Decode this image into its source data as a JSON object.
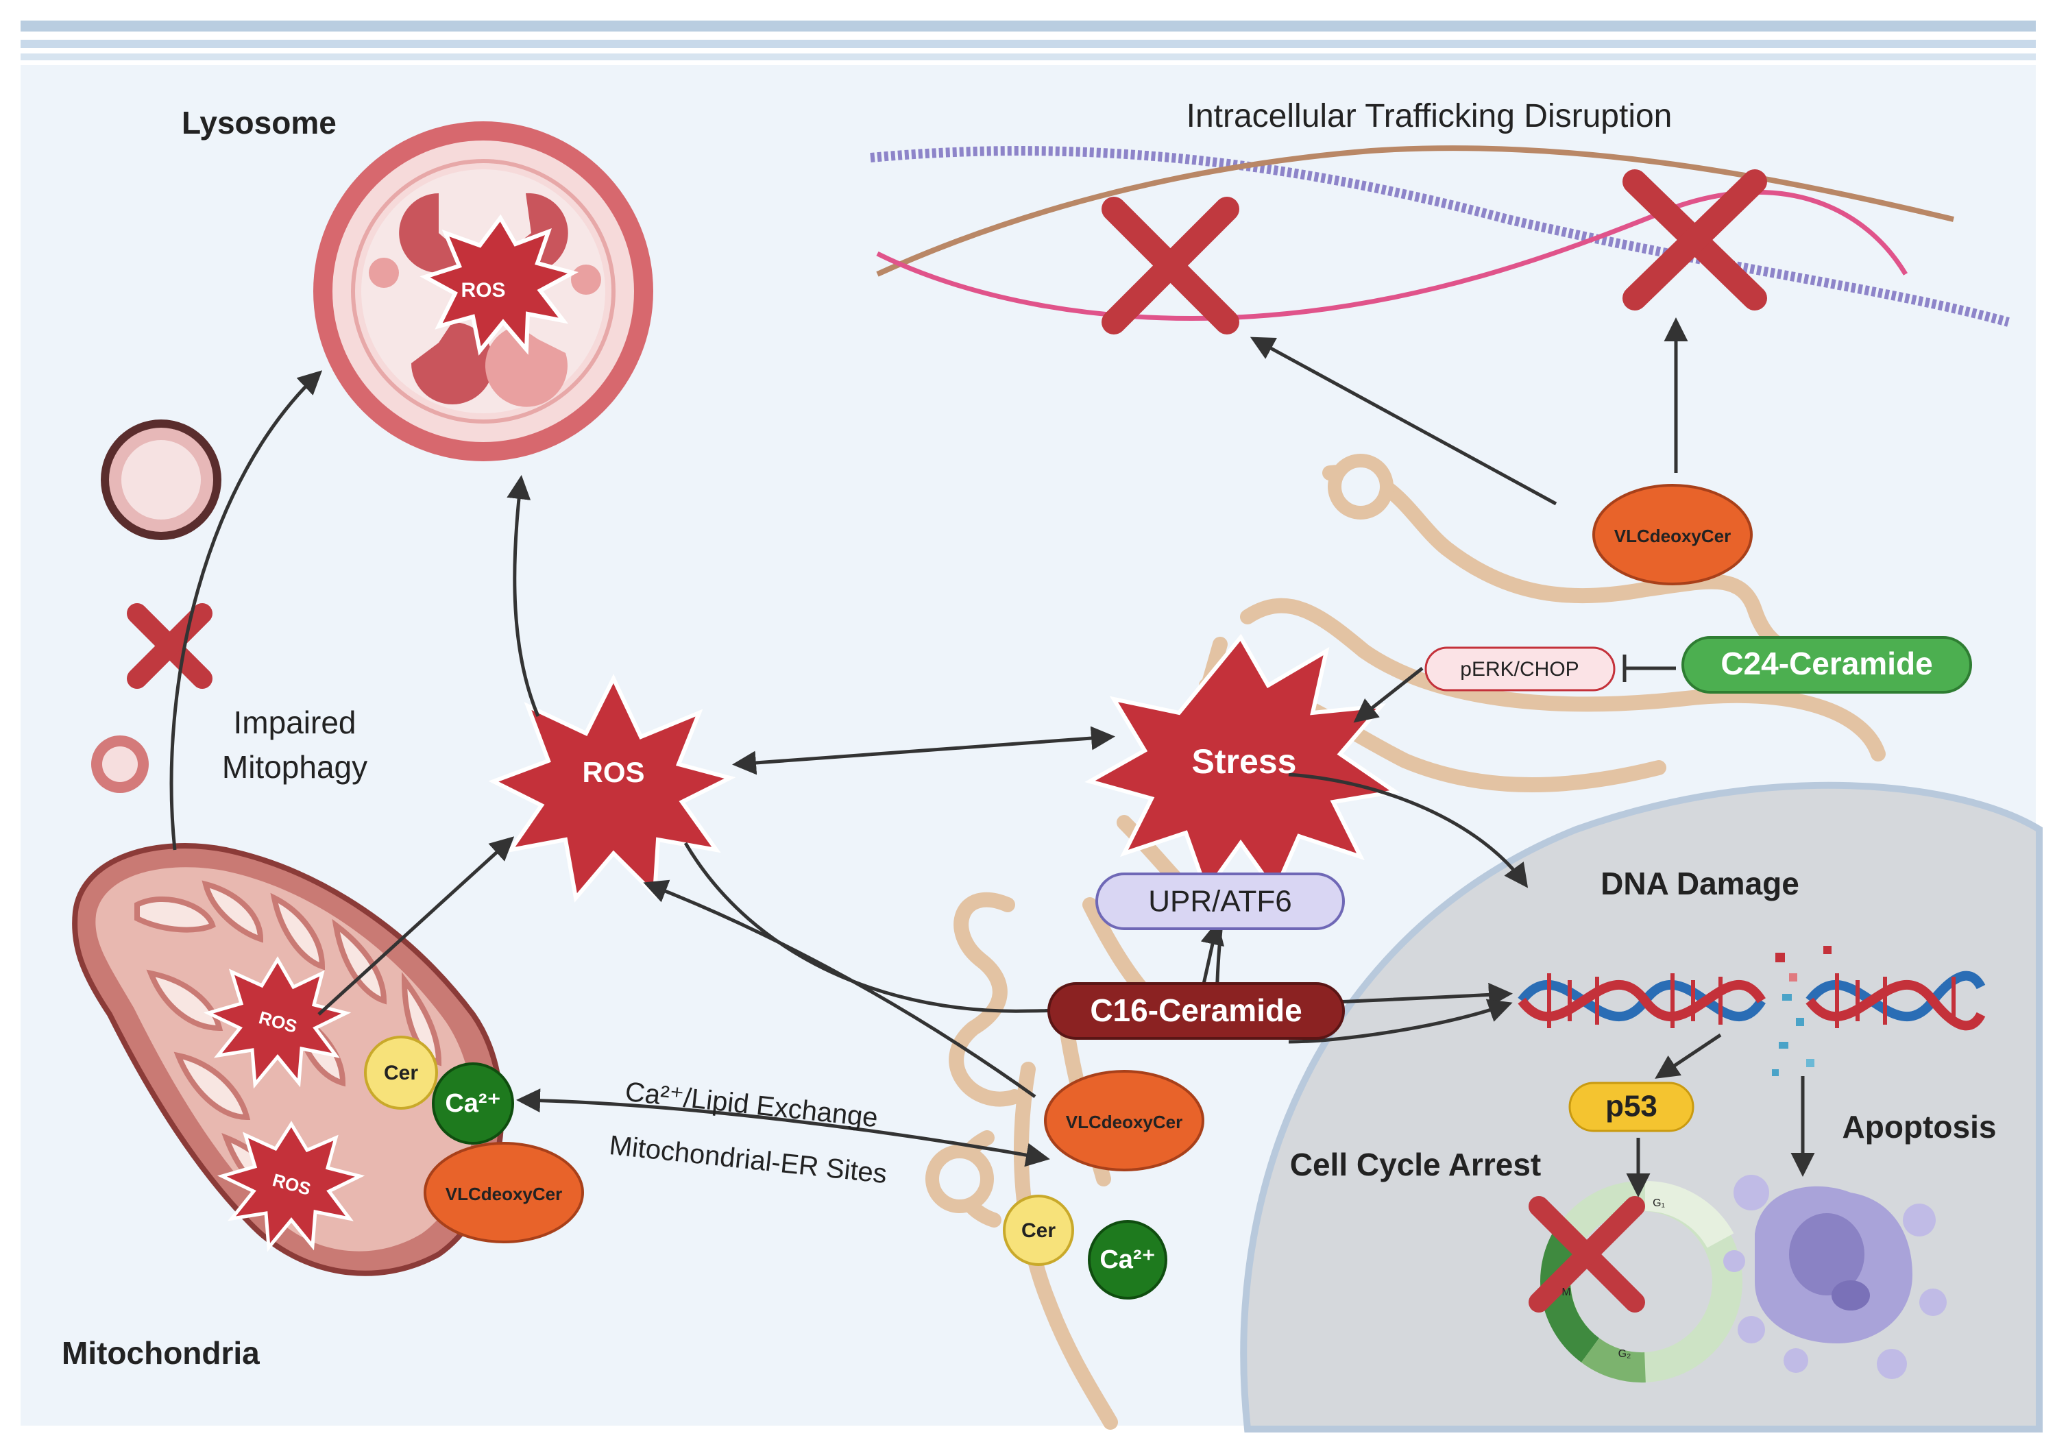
{
  "labels": {
    "lysosome": "Lysosome",
    "mitochondria": "Mitochondria",
    "impaired_line1": "Impaired",
    "impaired_line2": "Mitophagy",
    "trafficking": "Intracellular Trafficking Disruption",
    "exchange_line1": "Ca²⁺/Lipid Exchange",
    "exchange_line2": "Mitochondrial-ER Sites",
    "dna_damage": "DNA Damage",
    "cell_cycle_arrest": "Cell Cycle Arrest",
    "apoptosis": "Apoptosis"
  },
  "nodes": {
    "ros_lysosome": "ROS",
    "ros_center": "ROS",
    "ros_mito_1": "ROS",
    "ros_mito_2": "ROS",
    "stress": "Stress",
    "upr": "UPR/ATF6",
    "perk": "pERK/CHOP",
    "c24": "C24-Ceramide",
    "c16": "C16-Ceramide",
    "vlc_top": "VLCdeoxyCer",
    "vlc_er": "VLCdeoxyCer",
    "vlc_mito": "VLCdeoxyCer",
    "cer_mito": "Cer",
    "ca_mito": "Ca²⁺",
    "cer_er": "Cer",
    "ca_er": "Ca²⁺",
    "p53": "p53",
    "phase_g1": "G₁",
    "phase_m": "M",
    "phase_g2": "G₂"
  },
  "colors": {
    "background": "#eef4fa",
    "lysosome": "#c9555c",
    "ros_star": "#c4313a",
    "er_membrane": "#e3c3a3",
    "nucleus": "#d5d8dc",
    "vlc_orange": "#e8632a",
    "c24_green": "#4caf50",
    "c16_darkred": "#8b2222",
    "upr_lavender": "#d9d6f3",
    "p53_yellow": "#f4c430",
    "calcium_green": "#1e7a1e",
    "cer_yellow": "#f7e27a",
    "x_mark": "#c0393f"
  }
}
